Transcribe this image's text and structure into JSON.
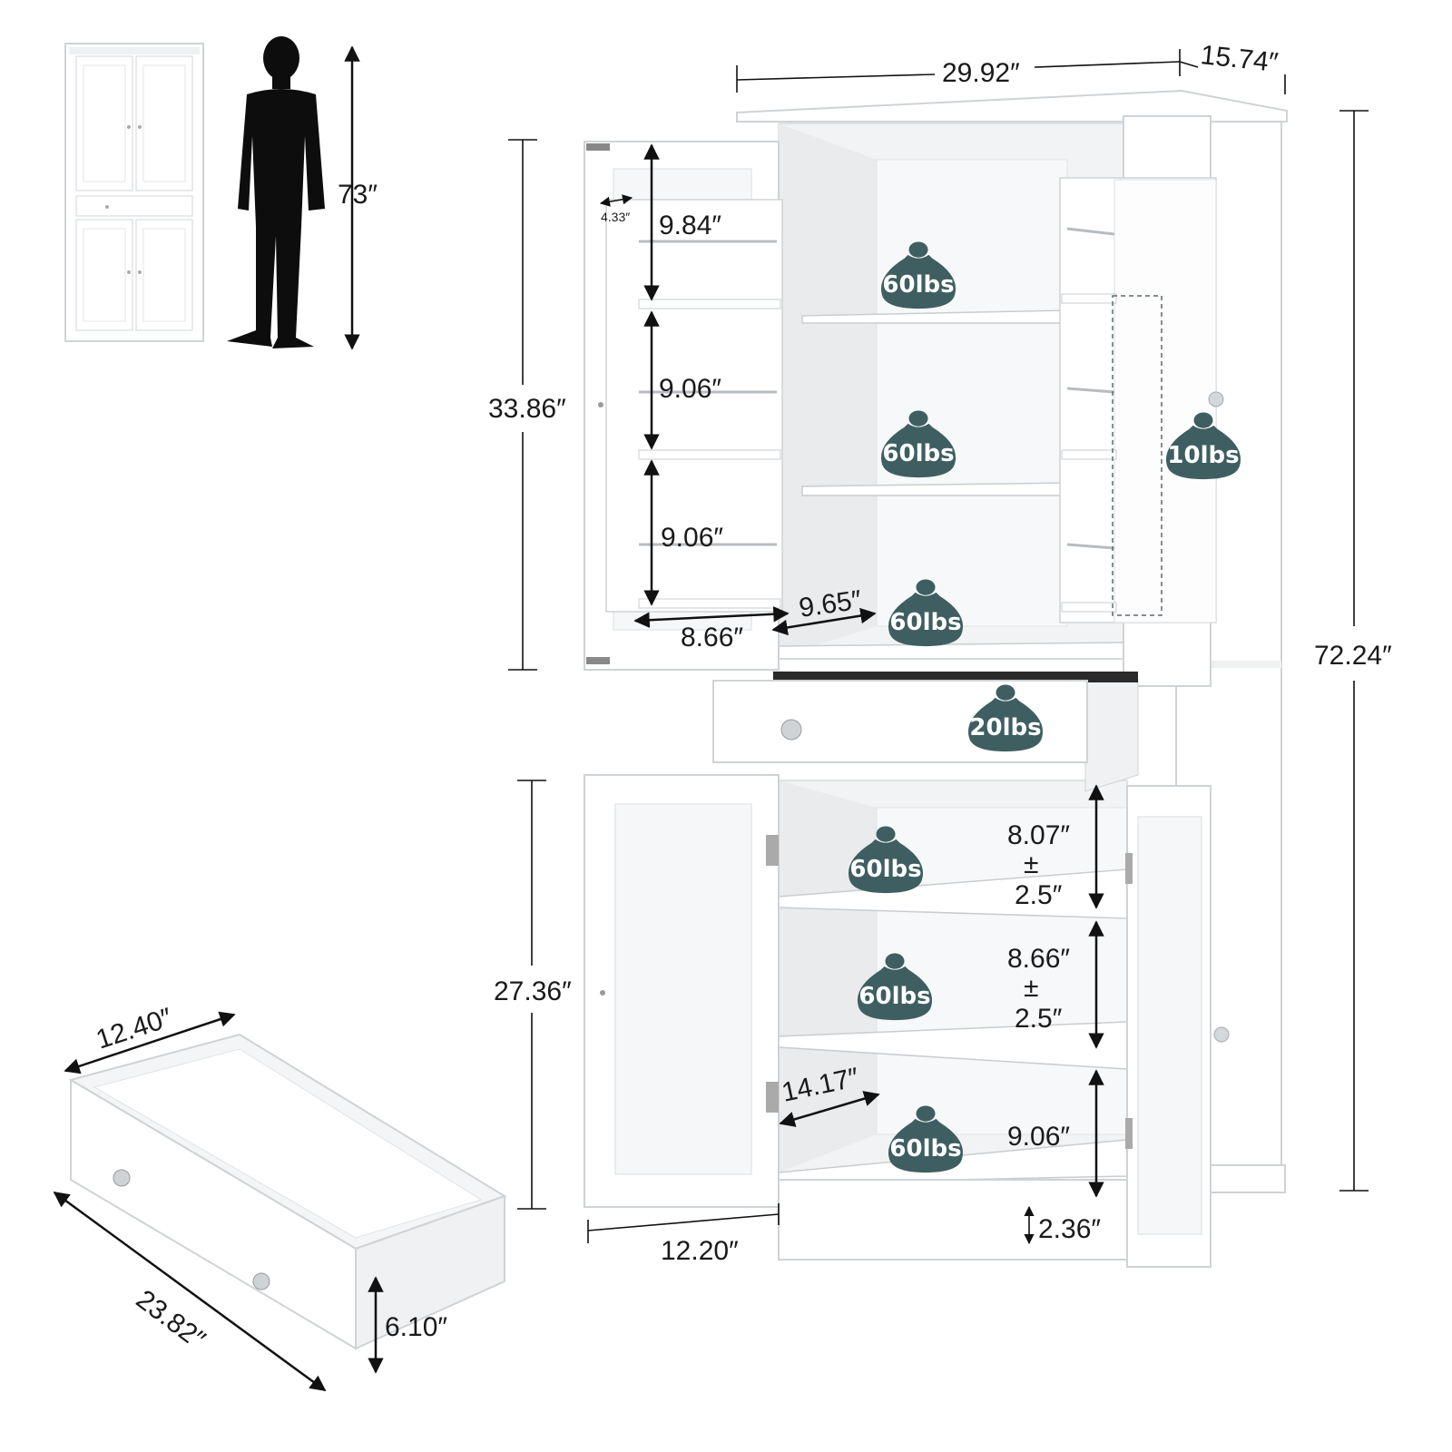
{
  "colors": {
    "badge": "#3f5e61",
    "cabinet": "#ffffff",
    "outline": "#cfd3d6",
    "dimension": "#111111",
    "silhouette": "#0d0d0d"
  },
  "icons": [
    "person-silhouette-icon",
    "weight-bag-icon",
    "knob-icon",
    "arrow-icon"
  ],
  "overall": {
    "width": "29.92″",
    "depth": "15.74″",
    "height": "72.24″",
    "person_height": "73″"
  },
  "upper": {
    "height": "33.86″",
    "door_rack_depth": "4.33″",
    "door_spacing_1": "9.84″",
    "door_spacing_2": "9.06″",
    "door_spacing_3": "9.06″",
    "door_width": "8.66″",
    "shelf_depth": "9.65″"
  },
  "lower": {
    "height": "27.36″",
    "spacing_1": "8.07″",
    "spacing_1_pm": "±",
    "spacing_1_tol": "2.5″",
    "spacing_2": "8.66″",
    "spacing_2_pm": "±",
    "spacing_2_tol": "2.5″",
    "spacing_3": "9.06″",
    "shelf_depth": "14.17″",
    "door_width": "12.20″",
    "base_height": "2.36″"
  },
  "drawer": {
    "width": "12.40″",
    "length": "23.82″",
    "height": "6.10″"
  },
  "loads": {
    "upper_shelf_1": "60lbs",
    "upper_shelf_2": "60lbs",
    "upper_shelf_3": "60lbs",
    "door_rack": "10lbs",
    "drawer": "20lbs",
    "lower_shelf_1": "60lbs",
    "lower_shelf_2": "60lbs",
    "lower_shelf_3": "60lbs"
  }
}
